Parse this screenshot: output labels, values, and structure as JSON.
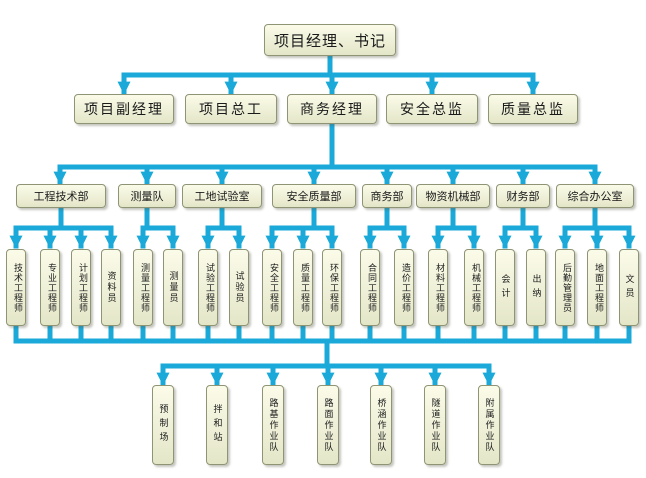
{
  "top": {
    "label": "项目经理、书记"
  },
  "level2": [
    {
      "label": "项目副经理"
    },
    {
      "label": "项目总工"
    },
    {
      "label": "商务经理"
    },
    {
      "label": "安全总监"
    },
    {
      "label": "质量总监"
    }
  ],
  "level3": [
    {
      "label": "工程技术部"
    },
    {
      "label": "测量队"
    },
    {
      "label": "工地试验室"
    },
    {
      "label": "安全质量部"
    },
    {
      "label": "商务部"
    },
    {
      "label": "物资机械部"
    },
    {
      "label": "财务部"
    },
    {
      "label": "综合办公室"
    }
  ],
  "level4": [
    {
      "label": "技术工程师"
    },
    {
      "label": "专业工程师"
    },
    {
      "label": "计划工程师"
    },
    {
      "label": "资料员"
    },
    {
      "label": "测量工程师"
    },
    {
      "label": "测量员"
    },
    {
      "label": "试验工程师"
    },
    {
      "label": "试验员"
    },
    {
      "label": "安全工程师"
    },
    {
      "label": "质量工程师"
    },
    {
      "label": "环保工程师"
    },
    {
      "label": "合同工程师"
    },
    {
      "label": "造价工程师"
    },
    {
      "label": "材料工程师"
    },
    {
      "label": "机械工程师"
    },
    {
      "label": "会计"
    },
    {
      "label": "出纳"
    },
    {
      "label": "后勤管理员"
    },
    {
      "label": "地面工程师"
    },
    {
      "label": "文员"
    }
  ],
  "level5": [
    {
      "label": "预制场"
    },
    {
      "label": "拌和站"
    },
    {
      "label": "路基作业队"
    },
    {
      "label": "路面作业队"
    },
    {
      "label": "桥涵作业队"
    },
    {
      "label": "隧道作业队"
    },
    {
      "label": "附属作业队"
    }
  ],
  "colors": {
    "line": "#1aa9d9",
    "box_top": "#fbfbe9",
    "box_bottom": "#e4e6c8"
  }
}
